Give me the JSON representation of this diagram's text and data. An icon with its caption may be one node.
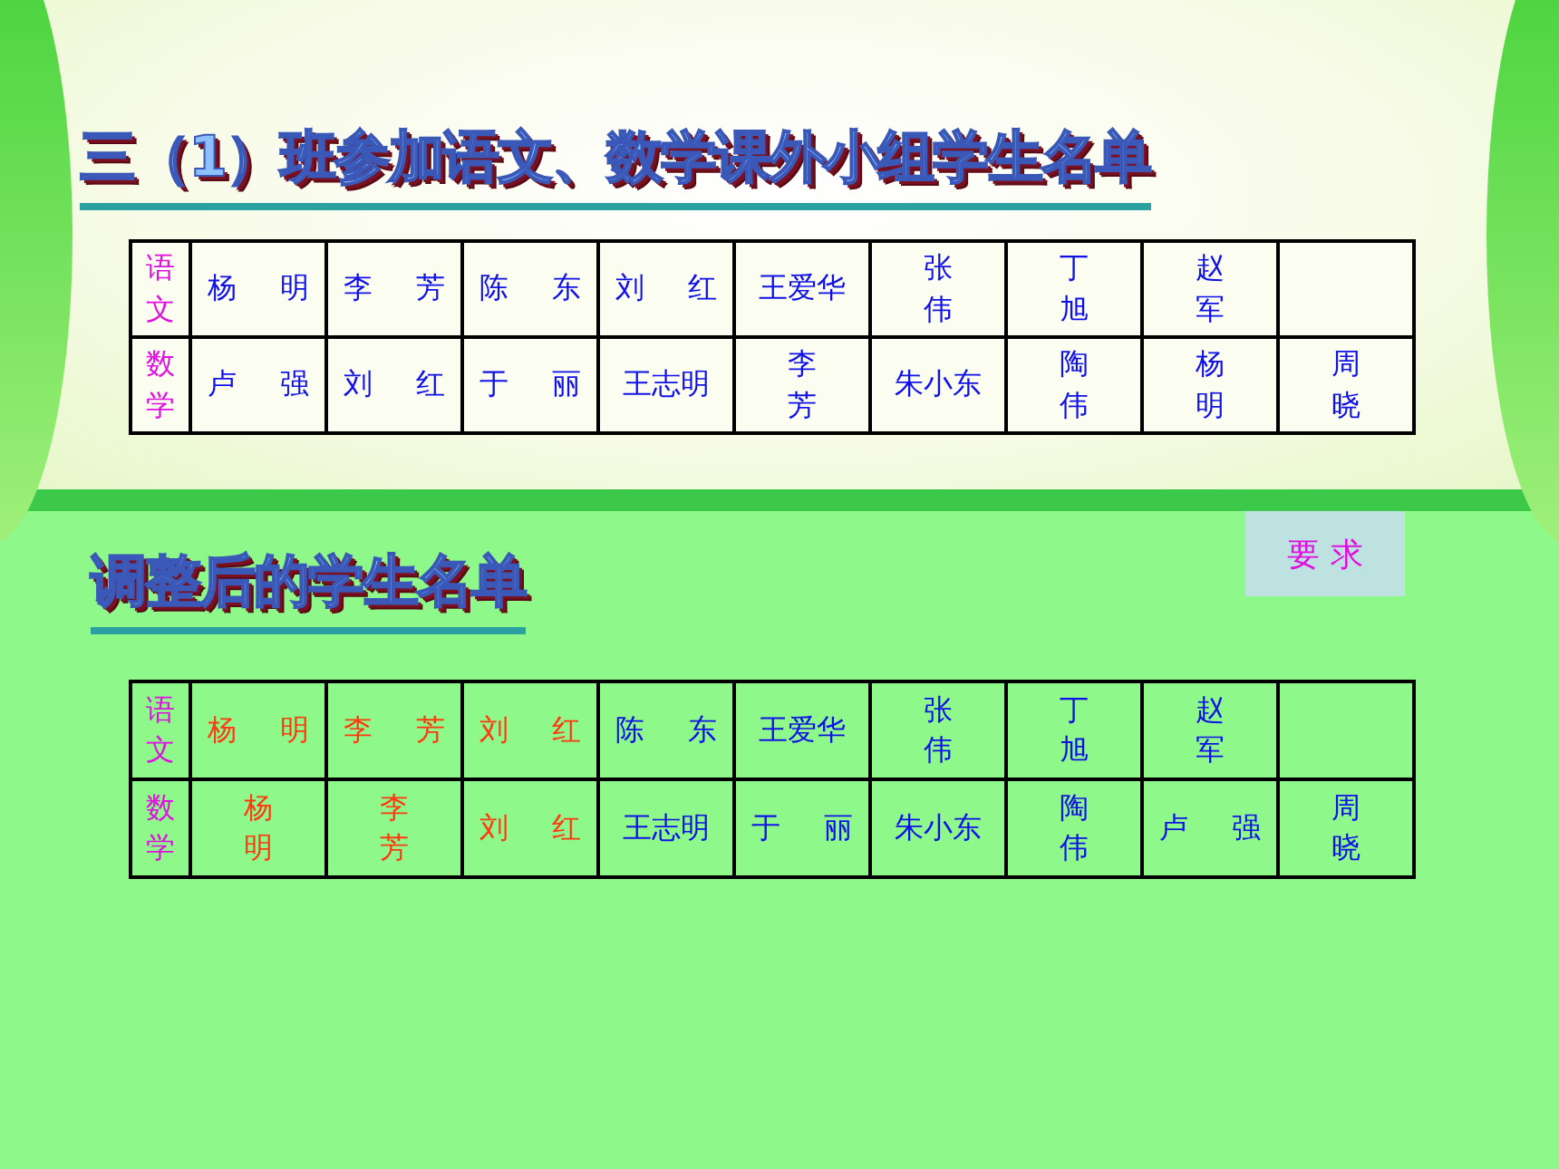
{
  "diagram": {
    "title": "三（1）班参加语文、数学课外小组学生名单",
    "labels": [
      "语文",
      "杨明",
      "李芳",
      "陈东",
      "刘红",
      "王爱华",
      "张伟",
      "丁旭",
      "赵军",
      "数学",
      "卢强",
      "刘红",
      "于丽",
      "王志明",
      "李芳",
      "朱小东",
      "陶伟",
      "杨明",
      "周晓",
      "要 求",
      "调整后的学生名单",
      "语文",
      "杨明",
      "李芳",
      "刘红",
      "陈东",
      "王爱华",
      "张伟",
      "丁旭",
      "赵军",
      "数学",
      "杨明",
      "李芳",
      "刘红",
      "王志明",
      "于丽",
      "朱小东",
      "陶伟",
      "卢强",
      "周晓"
    ]
  }
}
